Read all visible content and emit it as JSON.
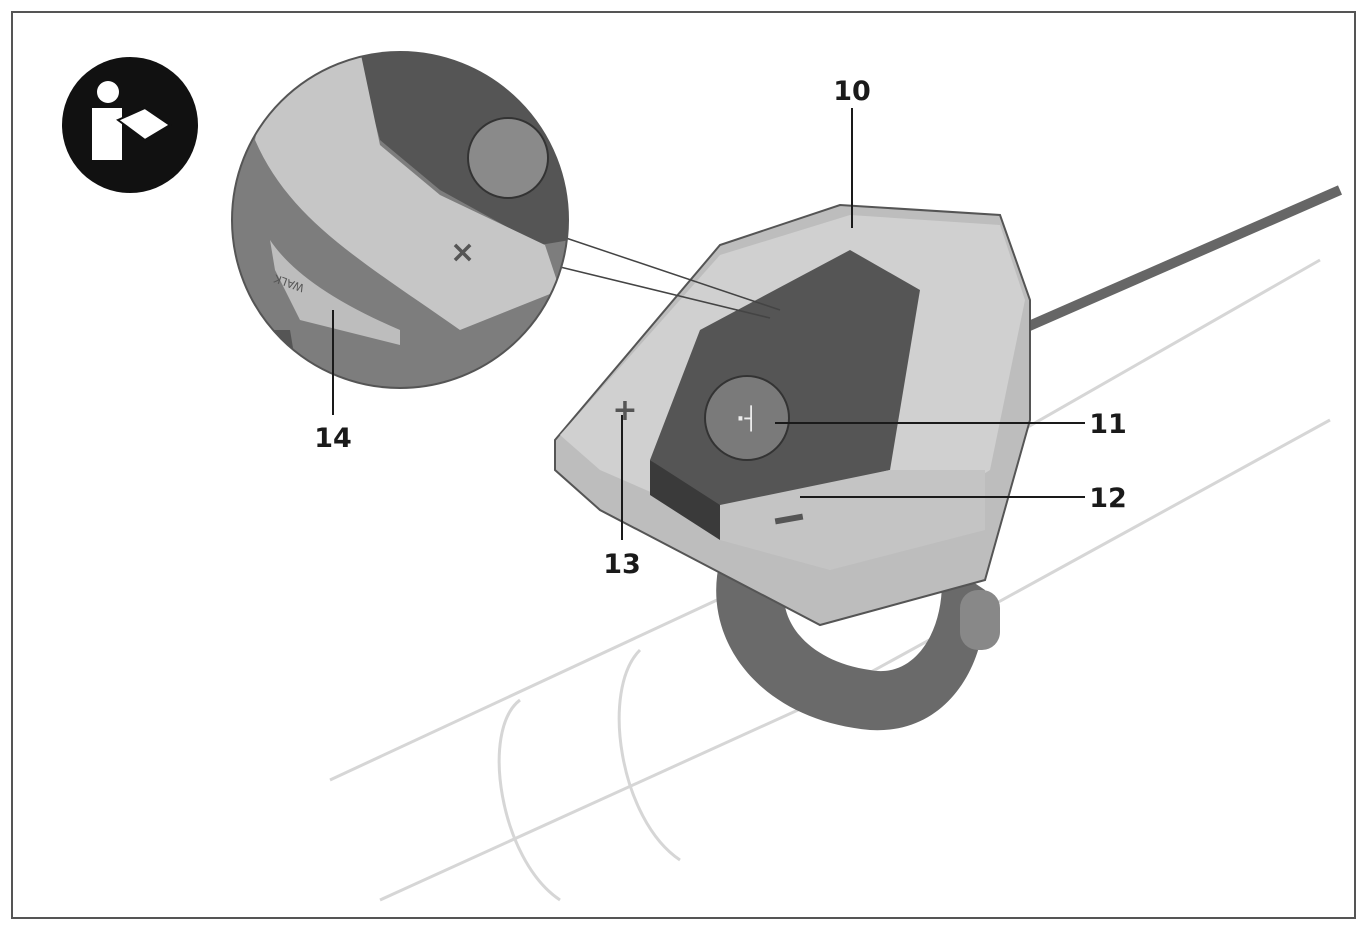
{
  "figure": {
    "icons": {
      "manual": "read-manual-icon"
    },
    "callouts": [
      {
        "number": "10",
        "part": "control-unit"
      },
      {
        "number": "11",
        "part": "walk-assist-button"
      },
      {
        "number": "12",
        "part": "minus-button"
      },
      {
        "number": "13",
        "part": "plus-button"
      },
      {
        "number": "14",
        "part": "walk-button"
      }
    ],
    "walk_button_text": "WALK",
    "colors": {
      "frame": "#555555",
      "body_light": "#c8c8c8",
      "body_dark": "#5a5a5a",
      "callout": "#1a1a1a"
    }
  }
}
